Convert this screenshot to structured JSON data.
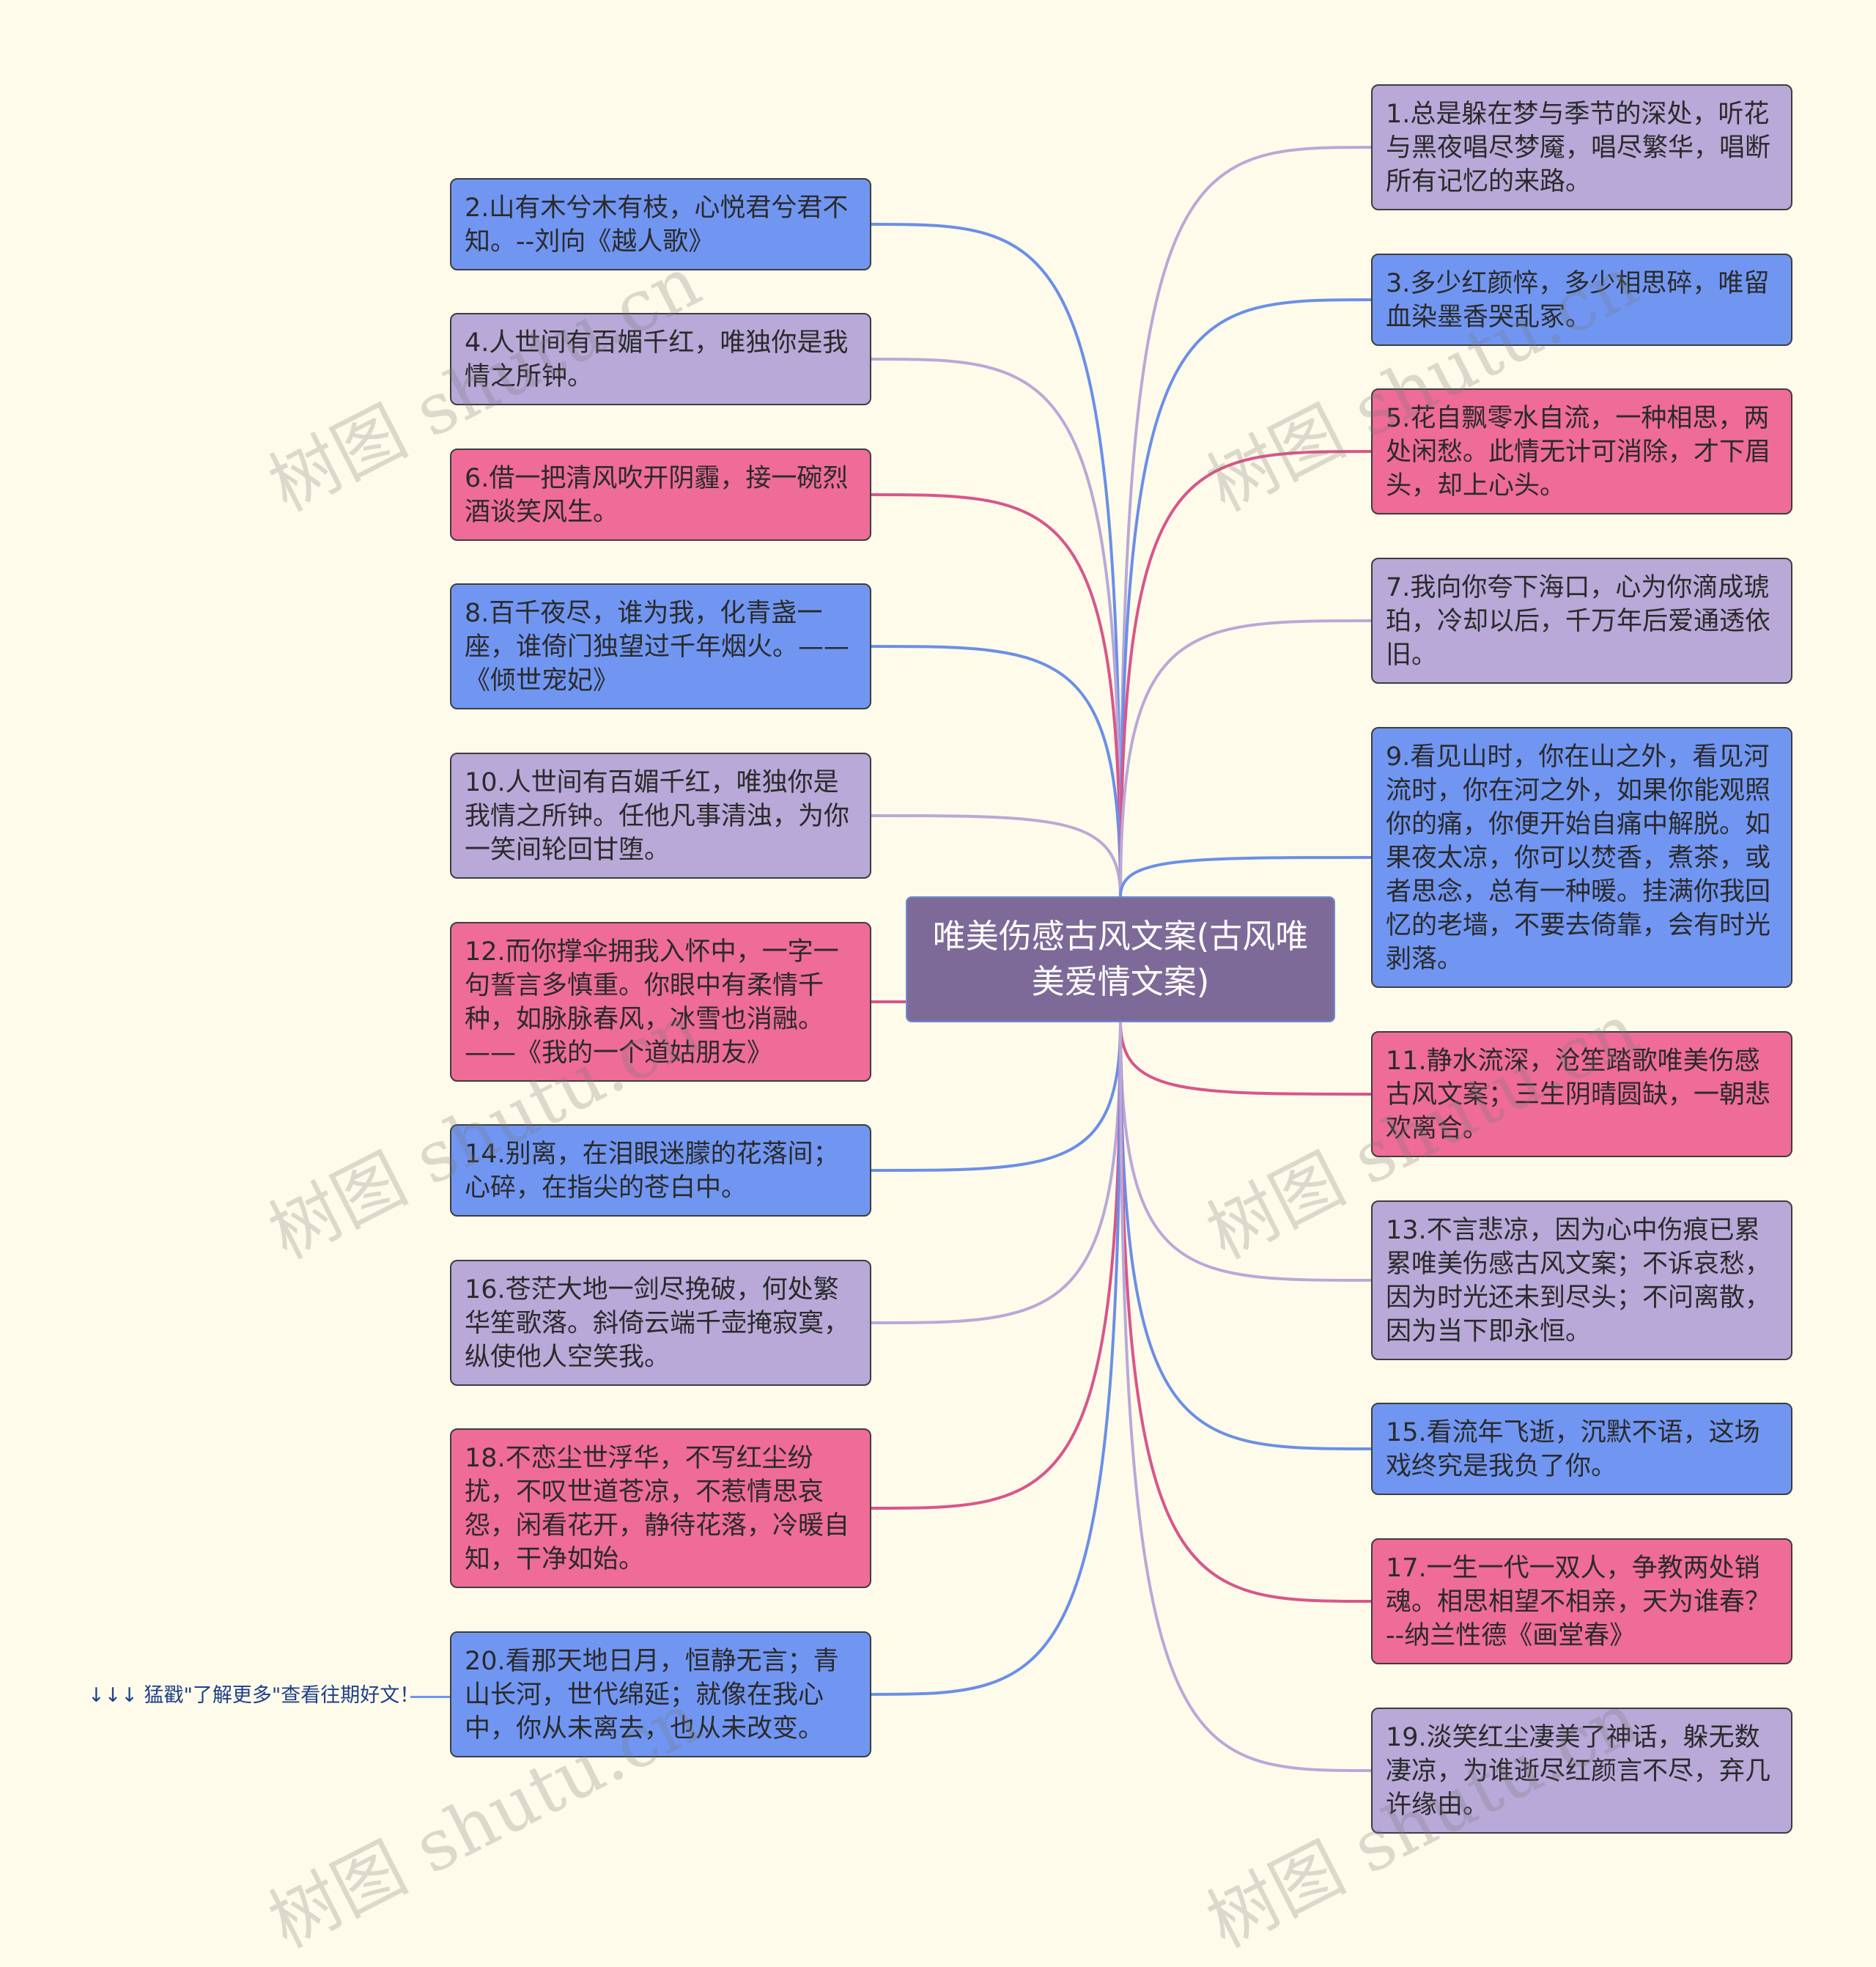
{
  "root": {
    "label": "唯美伤感古风文案(古风唯美爱情文案)"
  },
  "nodes_left": [
    {
      "text": "2.山有木兮木有枝，心悦君兮君不知。--刘向《越人歌》",
      "color": "blue"
    },
    {
      "text": "4.人世间有百媚千红，唯独你是我情之所钟。",
      "color": "purple"
    },
    {
      "text": "6.借一把清风吹开阴霾，接一碗烈酒谈笑风生。",
      "color": "pink"
    },
    {
      "text": "8.百千夜尽，谁为我，化青盏一座，谁倚门独望过千年烟火。——《倾世宠妃》",
      "color": "blue"
    },
    {
      "text": "10.人世间有百媚千红，唯独你是我情之所钟。任他凡事清浊，为你一笑间轮回甘堕。",
      "color": "purple"
    },
    {
      "text": "12.而你撑伞拥我入怀中，一字一句誓言多慎重。你眼中有柔情千种，如脉脉春风，冰雪也消融。——《我的一个道姑朋友》",
      "color": "pink"
    },
    {
      "text": "14.别离，在泪眼迷朦的花落间；心碎，在指尖的苍白中。",
      "color": "blue"
    },
    {
      "text": "16.苍茫大地一剑尽挽破，何处繁华笙歌落。斜倚云端千壶掩寂寞，纵使他人空笑我。",
      "color": "purple"
    },
    {
      "text": "18.不恋尘世浮华，不写红尘纷扰，不叹世道苍凉，不惹情思哀怨，闲看花开，静待花落，冷暖自知，干净如始。",
      "color": "pink"
    },
    {
      "text": "20.看那天地日月，恒静无言；青山长河，世代绵延；就像在我心中，你从未离去，也从未改变。",
      "color": "blue"
    }
  ],
  "nodes_right": [
    {
      "text": "1.总是躲在梦与季节的深处，听花与黑夜唱尽梦魇，唱尽繁华，唱断所有记忆的来路。",
      "color": "purple"
    },
    {
      "text": "3.多少红颜悴，多少相思碎，唯留血染墨香哭乱冢。",
      "color": "blue"
    },
    {
      "text": "5.花自飘零水自流，一种相思，两处闲愁。此情无计可消除，才下眉头，却上心头。",
      "color": "pink"
    },
    {
      "text": "7.我向你夸下海口，心为你滴成琥珀，冷却以后，千万年后爱通透依旧。",
      "color": "purple"
    },
    {
      "text": "9.看见山时，你在山之外，看见河流时，你在河之外，如果你能观照你的痛，你便开始自痛中解脱。如果夜太凉，你可以焚香，煮茶，或者思念，总有一种暖。挂满你我回忆的老墙，不要去倚靠，会有时光剥落。",
      "color": "blue"
    },
    {
      "text": "11.静水流深，沧笙踏歌唯美伤感古风文案；三生阴晴圆缺，一朝悲欢离合。",
      "color": "pink"
    },
    {
      "text": "13.不言悲凉，因为心中伤痕已累累唯美伤感古风文案；不诉哀愁，因为时光还未到尽头；不问离散，因为当下即永恒。",
      "color": "purple"
    },
    {
      "text": "15.看流年飞逝，沉默不语，这场戏终究是我负了你。",
      "color": "blue"
    },
    {
      "text": "17.一生一代一双人，争教两处销魂。相思相望不相亲，天为谁春？--纳兰性德《画堂春》",
      "color": "pink"
    },
    {
      "text": "19.淡笑红尘凄美了神话，躲无数凄凉，为谁逝尽红颜言不尽，弃几许缘由。",
      "color": "purple"
    }
  ],
  "footer": {
    "text": "↓↓↓ 猛戳\"了解更多\"查看往期好文！"
  },
  "watermark": {
    "text": "树图 shutu.cn"
  },
  "colors": {
    "background": "#fffbea",
    "root": "#7e6a98",
    "purple": "#b8a9d8",
    "blue": "#7196f2",
    "pink": "#ee6c97",
    "line_purple": "#b8a9d8",
    "line_blue": "#6b8fe6",
    "line_pink": "#d9558a"
  }
}
